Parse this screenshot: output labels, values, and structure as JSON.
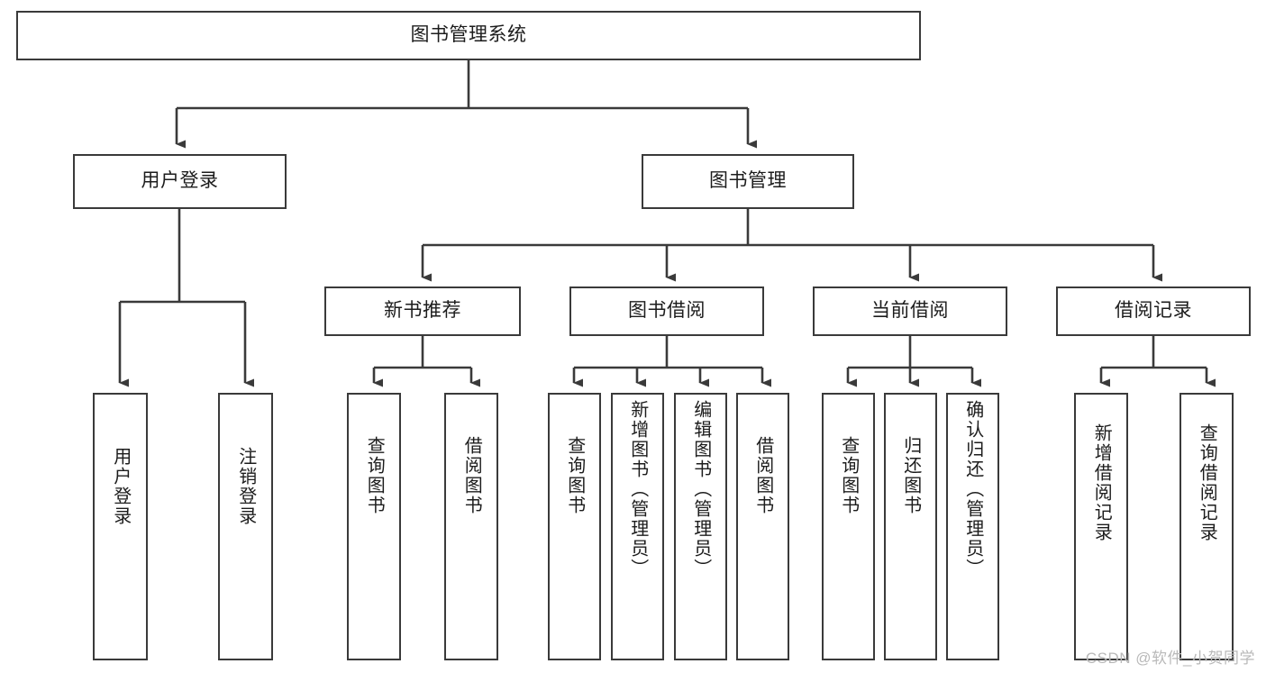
{
  "diagram": {
    "title": "图书管理系统",
    "type": "tree-hierarchy-chart",
    "watermark": "CSDN @软件_小贺同学",
    "stroke_color": "#3a3a3a",
    "text_color": "#1c1c1c",
    "background_color": "#ffffff"
  },
  "root": {
    "label": "图书管理系统"
  },
  "level1": [
    {
      "label": "用户登录"
    },
    {
      "label": "图书管理"
    }
  ],
  "level2": [
    {
      "label": "新书推荐"
    },
    {
      "label": "图书借阅"
    },
    {
      "label": "当前借阅"
    },
    {
      "label": "借阅记录"
    }
  ],
  "leaves": {
    "user_login": [
      {
        "label": "用户登录"
      },
      {
        "label": "注销登录"
      }
    ],
    "new_book_recommend": [
      {
        "label": "查询图书"
      },
      {
        "label": "借阅图书"
      }
    ],
    "book_borrow": [
      {
        "label": "查询图书"
      },
      {
        "label": "新增图书（管理员）"
      },
      {
        "label": "编辑图书（管理员）"
      },
      {
        "label": "借阅图书"
      }
    ],
    "current_borrow": [
      {
        "label": "查询图书"
      },
      {
        "label": "归还图书"
      },
      {
        "label": "确认归还（管理员）"
      }
    ],
    "borrow_records": [
      {
        "label": "新增借阅记录"
      },
      {
        "label": "查询借阅记录"
      }
    ]
  }
}
